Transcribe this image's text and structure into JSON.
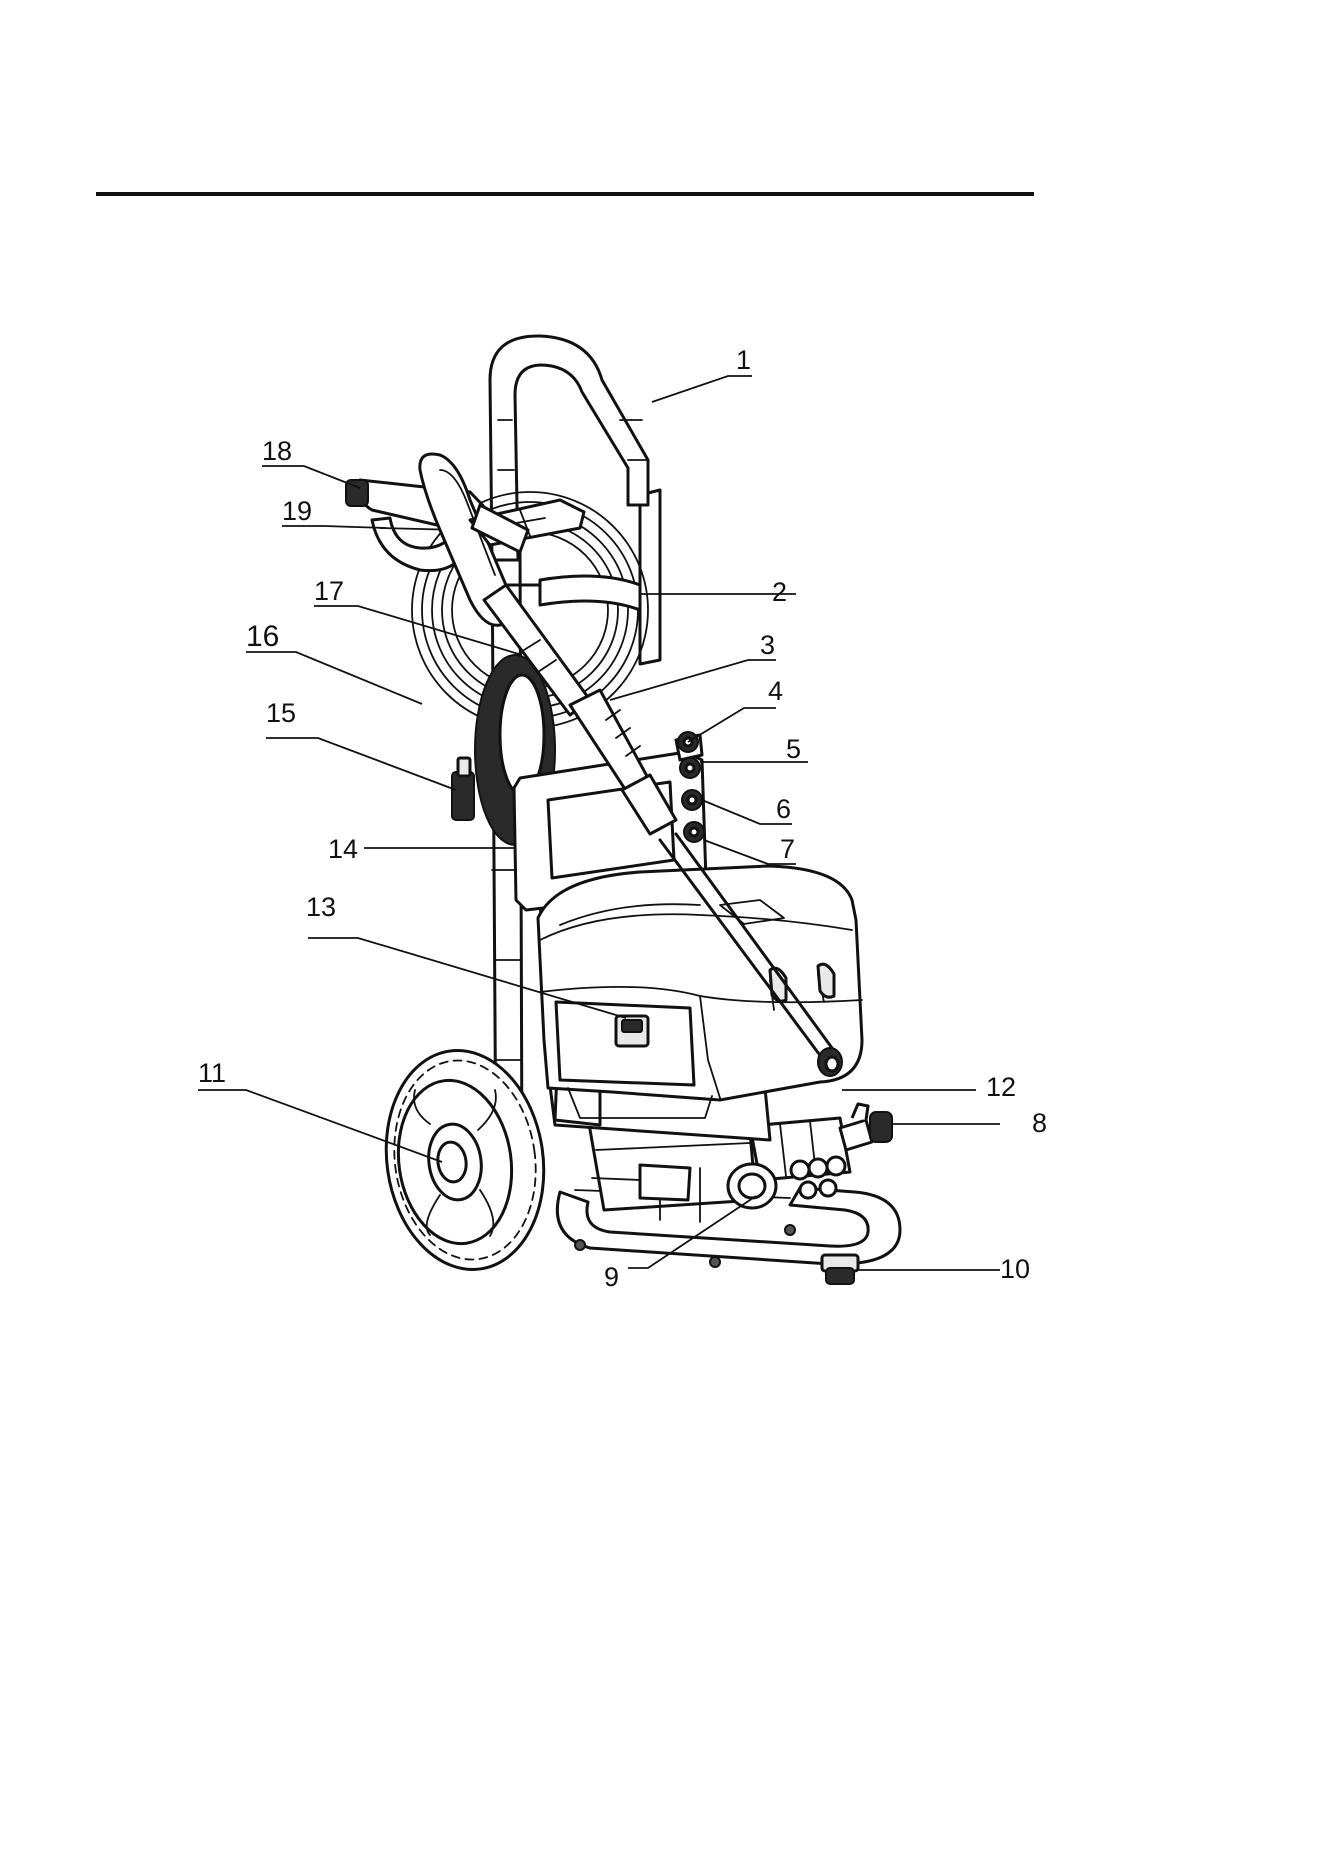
{
  "callouts": [
    {
      "id": "1",
      "label": "1"
    },
    {
      "id": "2",
      "label": "2"
    },
    {
      "id": "3",
      "label": "3"
    },
    {
      "id": "4",
      "label": "4"
    },
    {
      "id": "5",
      "label": "5"
    },
    {
      "id": "6",
      "label": "6"
    },
    {
      "id": "7",
      "label": "7"
    },
    {
      "id": "8",
      "label": "8"
    },
    {
      "id": "9",
      "label": "9"
    },
    {
      "id": "10",
      "label": "10"
    },
    {
      "id": "11",
      "label": "11"
    },
    {
      "id": "12",
      "label": "12"
    },
    {
      "id": "13",
      "label": "13"
    },
    {
      "id": "14",
      "label": "14"
    },
    {
      "id": "15",
      "label": "15"
    },
    {
      "id": "16",
      "label": "16"
    },
    {
      "id": "17",
      "label": "17"
    },
    {
      "id": "18",
      "label": "18"
    },
    {
      "id": "19",
      "label": "19"
    }
  ]
}
